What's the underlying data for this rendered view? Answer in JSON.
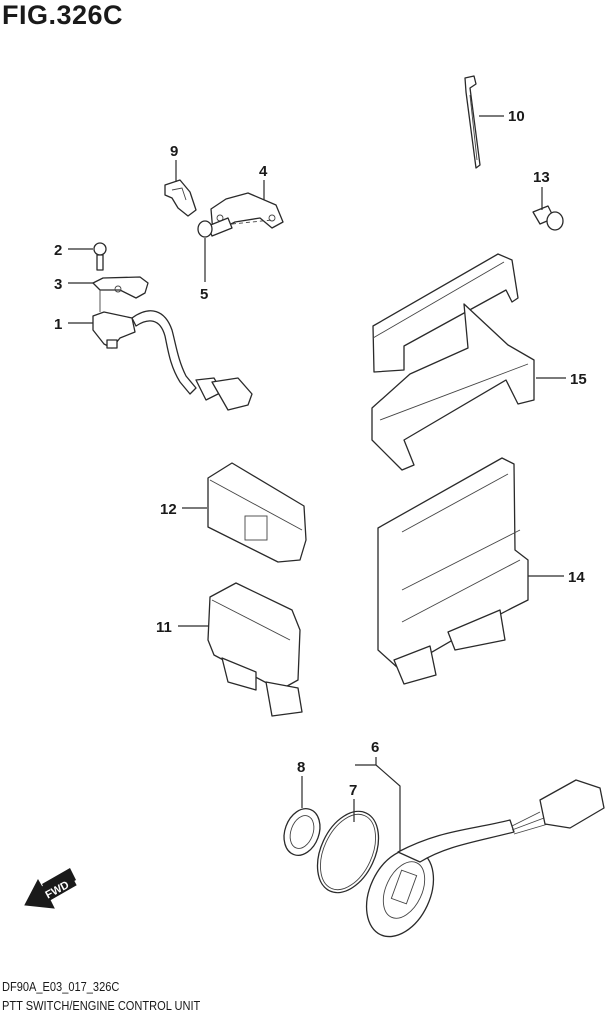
{
  "figure": {
    "title": "FIG.326C",
    "drawing_code": "DF90A_E03_017_326C",
    "caption": "PTT SWITCH/ENGINE CONTROL UNIT",
    "fwd_label": "FWD"
  },
  "callouts": [
    {
      "ref": "1",
      "label": "1"
    },
    {
      "ref": "2",
      "label": "2"
    },
    {
      "ref": "3",
      "label": "3"
    },
    {
      "ref": "4",
      "label": "4"
    },
    {
      "ref": "5",
      "label": "5"
    },
    {
      "ref": "6",
      "label": "6"
    },
    {
      "ref": "7",
      "label": "7"
    },
    {
      "ref": "8",
      "label": "8"
    },
    {
      "ref": "9",
      "label": "9"
    },
    {
      "ref": "10",
      "label": "10"
    },
    {
      "ref": "11",
      "label": "11"
    },
    {
      "ref": "12",
      "label": "12"
    },
    {
      "ref": "13",
      "label": "13"
    },
    {
      "ref": "14",
      "label": "14"
    },
    {
      "ref": "15",
      "label": "15"
    }
  ],
  "parts": [
    {
      "ref": "1",
      "name": "trim-sensor"
    },
    {
      "ref": "2",
      "name": "screw"
    },
    {
      "ref": "3",
      "name": "plate"
    },
    {
      "ref": "4",
      "name": "bracket"
    },
    {
      "ref": "5",
      "name": "bolt"
    },
    {
      "ref": "6",
      "name": "ptt-switch"
    },
    {
      "ref": "7",
      "name": "o-ring"
    },
    {
      "ref": "8",
      "name": "nut"
    },
    {
      "ref": "9",
      "name": "clamp"
    },
    {
      "ref": "10",
      "name": "cable-tie"
    },
    {
      "ref": "11",
      "name": "relay"
    },
    {
      "ref": "12",
      "name": "relay-cover"
    },
    {
      "ref": "13",
      "name": "bolt"
    },
    {
      "ref": "14",
      "name": "ecm"
    },
    {
      "ref": "15",
      "name": "ecm-cushion"
    }
  ]
}
